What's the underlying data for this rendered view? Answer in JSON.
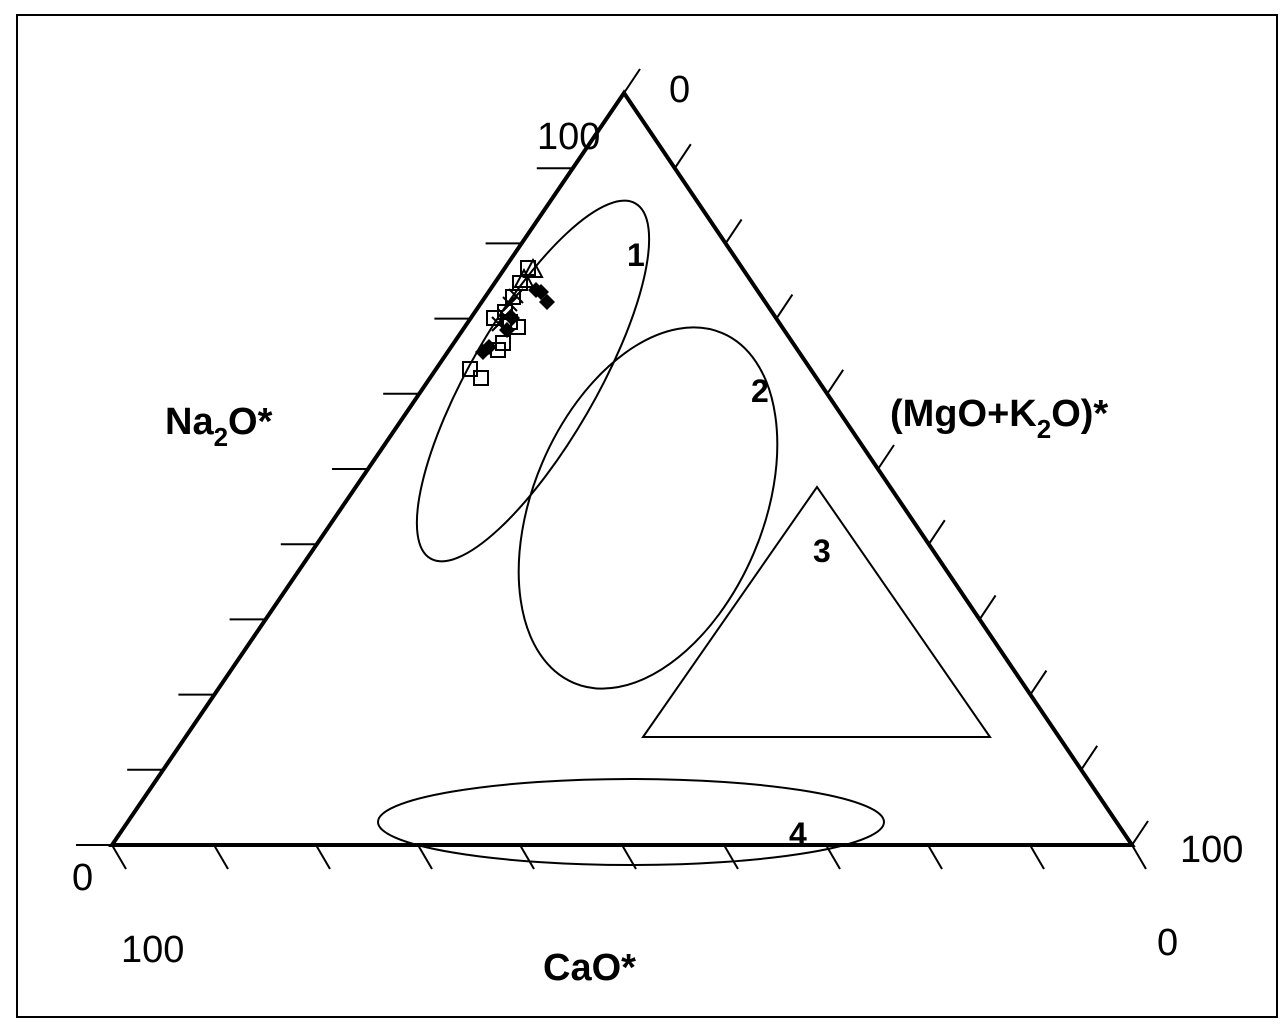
{
  "diagram": {
    "type": "ternary",
    "axes": {
      "left": {
        "prefix": "Na",
        "sub": "2",
        "suffix": "O*"
      },
      "right": {
        "prefix": "(MgO+K",
        "sub": "2",
        "suffix": "O)*"
      },
      "bottom": {
        "label": "CaO*"
      }
    },
    "corner_labels": {
      "top_zero": "0",
      "top_hundred": "100",
      "left_zero": "0",
      "left_hundred": "100",
      "right_hundred": "100",
      "right_zero": "0"
    },
    "field_labels": [
      "1",
      "2",
      "3",
      "4"
    ],
    "colors": {
      "line": "#000000",
      "marker": "#000000"
    }
  }
}
